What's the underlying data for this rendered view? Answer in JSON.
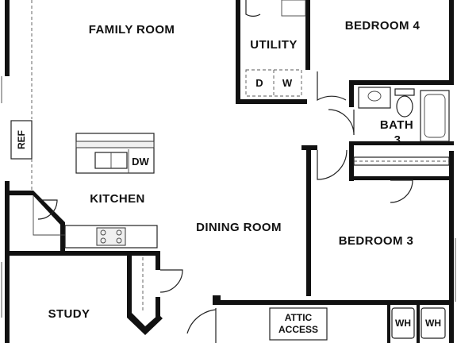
{
  "rooms": {
    "family_room": "FAMILY ROOM",
    "utility": "UTILITY",
    "bedroom_4": "BEDROOM 4",
    "bath_3_line1": "BATH",
    "bath_3_line2": "3",
    "kitchen": "KITCHEN",
    "dining_room": "DINING ROOM",
    "bedroom_3": "BEDROOM 3",
    "study": "STUDY",
    "attic_access_line1": "ATTIC",
    "attic_access_line2": "ACCESS"
  },
  "fixtures": {
    "refrigerator": "REF",
    "dishwasher": "DW",
    "dryer": "D",
    "washer": "W",
    "water_heater_1": "WH",
    "water_heater_2": "WH"
  },
  "colors": {
    "walls": "#111111",
    "background": "#ffffff"
  }
}
